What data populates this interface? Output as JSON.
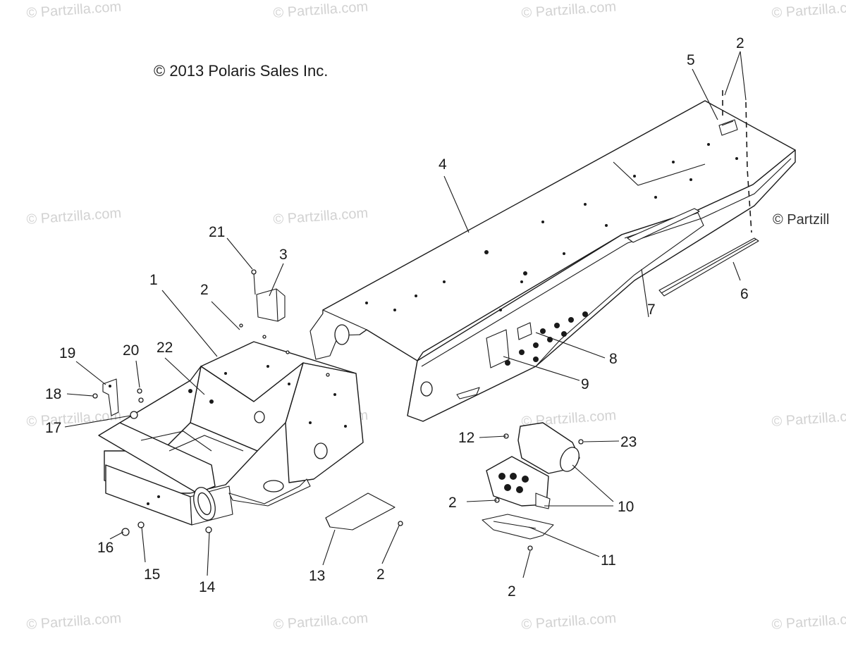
{
  "copyright": "© 2013 Polaris Sales Inc.",
  "watermark": {
    "text": "© Partzilla.com",
    "edge_text": "© Partzill"
  },
  "colors": {
    "line": "#1a1a1a",
    "watermark": "#d2d2d2",
    "background": "#ffffff"
  },
  "callouts": [
    "1",
    "2",
    "2",
    "2",
    "2",
    "2",
    "2",
    "3",
    "4",
    "5",
    "6",
    "7",
    "8",
    "9",
    "10",
    "11",
    "12",
    "13",
    "14",
    "15",
    "16",
    "17",
    "18",
    "19",
    "20",
    "21",
    "22",
    "23"
  ]
}
